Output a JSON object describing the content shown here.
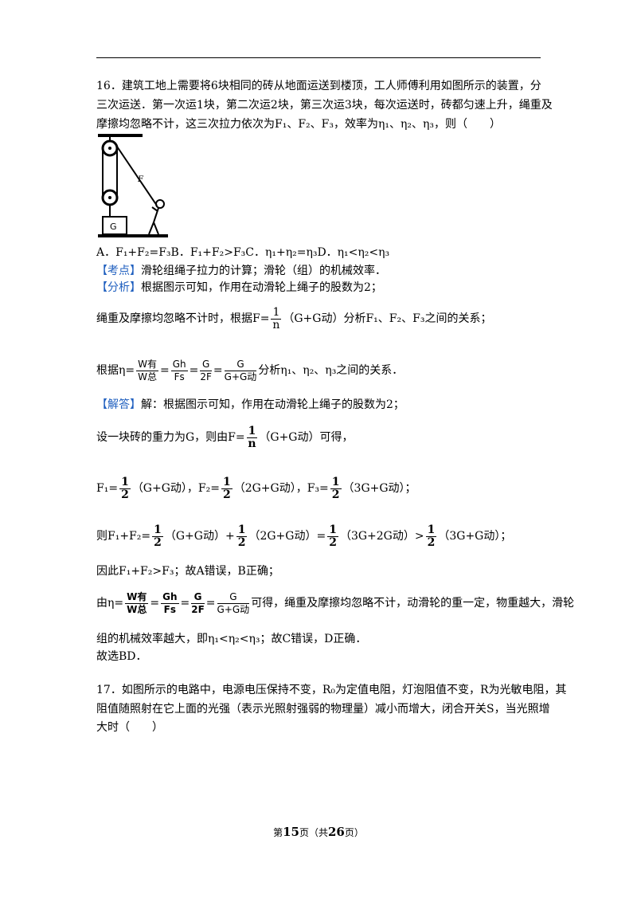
{
  "q16": {
    "line1": "16．建筑工地上需要将6块相同的砖从地面运送到楼顶，工人师傅利用如图所示的装置，分",
    "line2": "三次运送．第一次运1块，第二次运2块，第三次运3块，每次运送时，砖都匀速上升，绳重及",
    "line3": "摩擦均忽略不计，这三次拉力依次为F₁、F₂、F₃，效率为η₁、η₂、η₃，则（　　）",
    "figure_label_G": "G",
    "figure_label_F": "F",
    "options": "A．F₁+F₂=F₃B．F₁+F₂>F₃C．η₁+η₂=η₃D．η₁<η₂<η₃",
    "kaodian_tag": "【考点】",
    "kaodian_text": "滑轮组绳子拉力的计算；滑轮（组）的机械效率．",
    "fenxi_tag": "【分析】",
    "fenxi_text": "根据图示可知，作用在动滑轮上绳子的股数为2；",
    "fenxi2_pre": "绳重及摩擦均忽略不计时，根据F=",
    "fenxi2_post": "（G+G动）分析F₁、F₂、F₃之间的关系；",
    "fenxi3_pre": "根据η=",
    "fenxi3_post": "分析η₁、η₂、η₃之间的关系．",
    "jieda_tag": "【解答】",
    "jieda_text": "解：根据图示可知，作用在动滑轮上绳子的股数为2；",
    "set_pre": "设一块砖的重力为G，则由F=",
    "set_post": "（G+G动）可得，",
    "f1": "F₁=",
    "f1b": "（G+G动），F₂=",
    "f2b": "（2G+G动），F₃=",
    "f3b": "（3G+G动）；",
    "sum_a": "则F₁+F₂=",
    "sum_b": "（G+G动）+",
    "sum_c": "（2G+G动）=",
    "sum_d": "（3G+2G动）>",
    "sum_e": "（3G+G动）；",
    "therefore": "因此F₁+F₂>F₃；故A错误，B正确；",
    "eta_pre": "由η=",
    "eta_post": "可得，绳重及摩擦均忽略不计，动滑轮的重一定，物重越大，滑轮",
    "eta_line2": "组的机械效率越大，即η₁<η₂<η₃；故C错误，D正确．",
    "answer": "故选BD．",
    "frac": {
      "one": "1",
      "n": "n",
      "two": "2",
      "w_you": "W有",
      "w_zong": "W总",
      "gh": "Gh",
      "fs": "Fs",
      "g": "G",
      "twoF": "2F",
      "g_plus": "G+G动"
    }
  },
  "q17": {
    "line1": "17．如图所示的电路中，电源电压保持不变，R₀为定值电阻，灯泡阻值不变，R为光敏电阻，其",
    "line2": "阻值随照射在它上面的光强（表示光照射强弱的物理量）减小而增大，闭合开关S，当光照增",
    "line3": "大时（　　）"
  },
  "footer": {
    "pre": "第",
    "page": "15",
    "mid": "页（共",
    "total": "26",
    "post": "页）"
  }
}
